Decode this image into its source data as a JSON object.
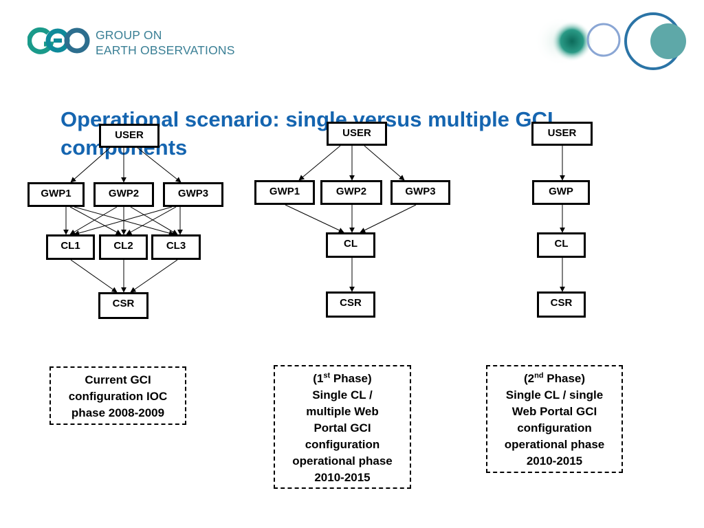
{
  "header": {
    "logo_icon": "geo-logo-icon",
    "org_line1": "GROUP ON",
    "org_line2": "EARTH OBSERVATIONS",
    "decor_icon": "earth-circles-icon"
  },
  "title": "Operational scenario: single versus multiple GCI components",
  "diagram1": {
    "user": "USER",
    "gwp1": "GWP1",
    "gwp2": "GWP2",
    "gwp3": "GWP3",
    "cl1": "CL1",
    "cl2": "CL2",
    "cl3": "CL3",
    "csr": "CSR"
  },
  "diagram2": {
    "user": "USER",
    "gwp1": "GWP1",
    "gwp2": "GWP2",
    "gwp3": "GWP3",
    "cl": "CL",
    "csr": "CSR"
  },
  "diagram3": {
    "user": "USER",
    "gwp": "GWP",
    "cl": "CL",
    "csr": "CSR"
  },
  "captions": {
    "current": {
      "line1": "Current GCI",
      "line2": "configuration IOC",
      "line3": "phase 2008-2009"
    },
    "phase1": {
      "head_open": "(1",
      "head_sup": "st",
      "head_rest": " Phase)",
      "line1": "Single CL /",
      "line2": "multiple Web",
      "line3": "Portal GCI",
      "line4": "configuration",
      "line5": "operational phase",
      "line6": "2010-2015"
    },
    "phase2": {
      "head_open": "(2",
      "head_sup": "nd",
      "head_rest": " Phase)",
      "line1": "Single CL / single",
      "line2": "Web Portal GCI",
      "line3": "configuration",
      "line4": "operational phase",
      "line5": "2010-2015"
    }
  }
}
